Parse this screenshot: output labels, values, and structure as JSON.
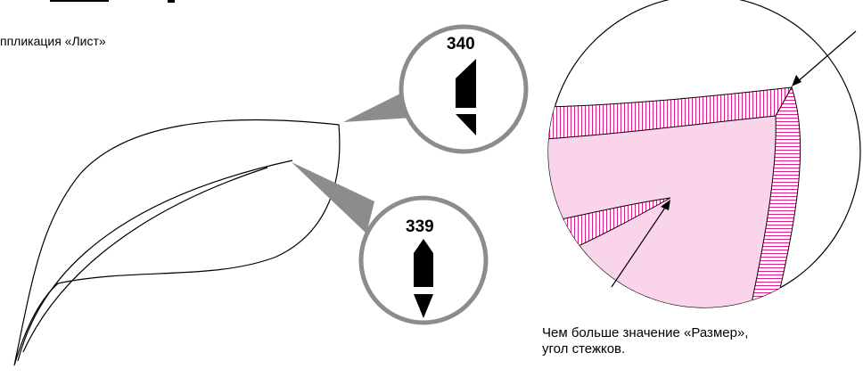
{
  "captions": {
    "left": "ппликация «Лист»",
    "right_line1": "Чем   больше   значение   «Размер»,",
    "right_line2": "угол стежков."
  },
  "callouts": {
    "top_code": "340",
    "bottom_code": "339"
  },
  "colors": {
    "fill_pink": "#f9d4ea",
    "stitch_magenta": "#e21b8c",
    "callout_gray": "#8c8c8c",
    "line": "#000000"
  },
  "icons": [
    "leaf-outline-icon",
    "stitch-tip-pointed-icon",
    "stitch-tip-double-icon",
    "pink-stitch-magnifier-icon"
  ]
}
